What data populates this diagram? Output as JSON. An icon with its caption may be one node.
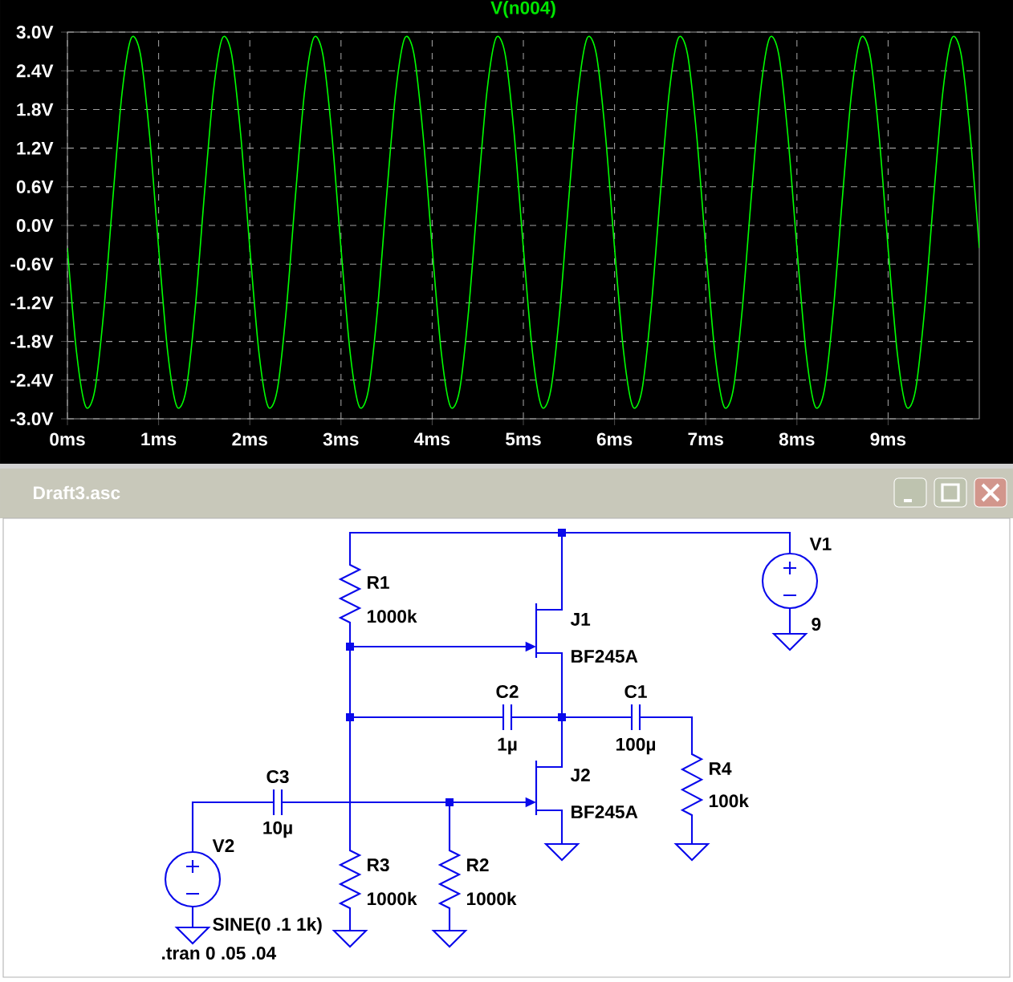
{
  "diagram": {
    "nodes": [
      {
        "text": [],
        "shape": "dot"
      },
      {
        "text": [
          "R1",
          "1000k"
        ]
      },
      {
        "text": [],
        "shape": "dot"
      },
      {
        "text": [
          "J1",
          "BF245A"
        ]
      },
      {
        "text": [
          "V1",
          "9"
        ]
      },
      {
        "text": [],
        "shape": "triangle"
      },
      {
        "text": [],
        "shape": "dot"
      },
      {
        "text": [
          "C2",
          "1µ"
        ]
      },
      {
        "text": [],
        "shape": "dot"
      },
      {
        "text": [
          "C1",
          "100µ"
        ]
      },
      {
        "text": [
          "R4",
          "100k"
        ]
      },
      {
        "text": [],
        "shape": "triangle"
      },
      {
        "text": [
          "J2",
          "BF245A"
        ]
      },
      {
        "text": [],
        "shape": "triangle"
      },
      {
        "text": [
          "C3",
          "10µ"
        ]
      },
      {
        "text": [],
        "shape": "dot"
      },
      {
        "text": [
          "V2",
          "SINE(0 .1 1k)"
        ]
      },
      {
        "text": [],
        "shape": "triangle"
      },
      {
        "text": [
          "R3",
          "1000k"
        ]
      },
      {
        "text": [],
        "shape": "triangle"
      },
      {
        "text": [
          "R2",
          "1000k"
        ]
      },
      {
        "text": [],
        "shape": "triangle"
      }
    ],
    "edges": [
      {
        "from": 1,
        "to": 0,
        "arrow": "none"
      },
      {
        "from": 0,
        "to": 3,
        "arrow": "none"
      },
      {
        "from": 0,
        "to": 4,
        "arrow": "none"
      },
      {
        "from": 4,
        "to": 5,
        "arrow": "none"
      },
      {
        "from": 1,
        "to": 2,
        "arrow": "none"
      },
      {
        "from": 2,
        "to": 3,
        "arrow": "to"
      },
      {
        "from": 2,
        "to": 6,
        "arrow": "none"
      },
      {
        "from": 6,
        "to": 7,
        "arrow": "none"
      },
      {
        "from": 7,
        "to": 8,
        "arrow": "none"
      },
      {
        "from": 3,
        "to": 8,
        "arrow": "none"
      },
      {
        "from": 8,
        "to": 12,
        "arrow": "none"
      },
      {
        "from": 8,
        "to": 9,
        "arrow": "none"
      },
      {
        "from": 9,
        "to": 10,
        "arrow": "none"
      },
      {
        "from": 10,
        "to": 11,
        "arrow": "none"
      },
      {
        "from": 12,
        "to": 13,
        "arrow": "none"
      },
      {
        "from": 6,
        "to": 18,
        "arrow": "none"
      },
      {
        "from": 18,
        "to": 19,
        "arrow": "none"
      },
      {
        "from": 16,
        "to": 14,
        "arrow": "none"
      },
      {
        "from": 14,
        "to": 15,
        "arrow": "none"
      },
      {
        "from": 15,
        "to": 12,
        "arrow": "to"
      },
      {
        "from": 15,
        "to": 20,
        "arrow": "none"
      },
      {
        "from": 20,
        "to": 21,
        "arrow": "none"
      },
      {
        "from": 16,
        "to": 17,
        "arrow": "none"
      }
    ],
    "labels": [
      "Draft3.asc",
      ".tran 0 .05 .04"
    ],
    "chart_data": {
      "type": "line",
      "title": "V(n004)",
      "x": [
        0,
        0.1,
        0.2,
        0.3,
        0.4,
        0.5,
        0.6,
        0.7,
        0.8,
        0.9,
        1,
        1.1,
        1.2,
        1.3,
        1.4,
        1.5,
        1.6,
        1.7,
        1.8,
        1.9,
        2,
        2.1,
        2.2,
        2.3,
        2.4,
        2.5,
        2.6,
        2.7,
        2.8,
        2.9,
        3,
        3.1,
        3.2,
        3.3,
        3.4,
        3.5,
        3.6,
        3.7,
        3.8,
        3.9,
        4,
        4.1,
        4.2,
        4.3,
        4.4,
        4.5,
        4.6,
        4.7,
        4.8,
        4.9,
        5,
        5.1,
        5.2,
        5.3,
        5.4,
        5.5,
        5.6,
        5.7,
        5.8,
        5.9,
        6,
        6.1,
        6.2,
        6.3,
        6.4,
        6.5,
        6.6,
        6.7,
        6.8,
        6.9,
        7,
        7.1,
        7.2,
        7.3,
        7.4,
        7.5,
        7.6,
        7.7,
        7.8,
        7.9,
        8,
        8.1,
        8.2,
        8.3,
        8.4,
        8.5,
        8.6,
        8.7,
        8.8,
        8.9,
        9,
        9.1,
        9.2,
        9.3,
        9.4,
        9.5,
        9.6,
        9.7,
        9.8,
        9.9,
        10
      ],
      "series": [
        {
          "color": "#00ff00",
          "values": [
            -0.35,
            -1.97,
            -2.81,
            -2.56,
            -1.31,
            0.45,
            2.07,
            2.91,
            2.66,
            1.41,
            -0.35,
            -1.97,
            -2.81,
            -2.56,
            -1.31,
            0.45,
            2.07,
            2.91,
            2.66,
            1.41,
            -0.35,
            -1.97,
            -2.81,
            -2.56,
            -1.31,
            0.45,
            2.07,
            2.91,
            2.66,
            1.41,
            -0.35,
            -1.97,
            -2.81,
            -2.56,
            -1.31,
            0.45,
            2.07,
            2.91,
            2.66,
            1.41,
            -0.35,
            -1.97,
            -2.81,
            -2.56,
            -1.31,
            0.45,
            2.07,
            2.91,
            2.66,
            1.41,
            -0.35,
            -1.97,
            -2.81,
            -2.56,
            -1.31,
            0.45,
            2.07,
            2.91,
            2.66,
            1.41,
            -0.35,
            -1.97,
            -2.81,
            -2.56,
            -1.31,
            0.45,
            2.07,
            2.91,
            2.66,
            1.41,
            -0.35,
            -1.97,
            -2.81,
            -2.56,
            -1.31,
            0.45,
            2.07,
            2.91,
            2.66,
            1.41,
            -0.35,
            -1.97,
            -2.81,
            -2.56,
            -1.31,
            0.45,
            2.07,
            2.91,
            2.66,
            1.41,
            -0.35,
            -1.97,
            -2.81,
            -2.56,
            -1.31,
            0.45,
            2.07,
            2.91,
            2.66,
            1.41,
            -0.35
          ]
        }
      ],
      "xlim": [
        0,
        10
      ],
      "ylim": [
        -3,
        3
      ],
      "grid": true,
      "xticks": [
        {
          "value": 0,
          "label": "0ms"
        },
        {
          "value": 1,
          "label": "1ms"
        },
        {
          "value": 2,
          "label": "2ms"
        },
        {
          "value": 3,
          "label": "3ms"
        },
        {
          "value": 4,
          "label": "4ms"
        },
        {
          "value": 5,
          "label": "5ms"
        },
        {
          "value": 6,
          "label": "6ms"
        },
        {
          "value": 7,
          "label": "7ms"
        },
        {
          "value": 8,
          "label": "8ms"
        },
        {
          "value": 9,
          "label": "9ms"
        }
      ],
      "yticks": [
        {
          "value": 3.0,
          "label": "3.0V"
        },
        {
          "value": 2.4,
          "label": "2.4V"
        },
        {
          "value": 1.8,
          "label": "1.8V"
        },
        {
          "value": 1.2,
          "label": "1.2V"
        },
        {
          "value": 0.6,
          "label": "0.6V"
        },
        {
          "value": 0.0,
          "label": "0.0V"
        },
        {
          "value": -0.6,
          "label": "-0.6V"
        },
        {
          "value": -1.2,
          "label": "-1.2V"
        },
        {
          "value": -1.8,
          "label": "-1.8V"
        },
        {
          "value": -2.4,
          "label": "-2.4V"
        },
        {
          "value": -3.0,
          "label": "-3.0V"
        }
      ]
    }
  }
}
